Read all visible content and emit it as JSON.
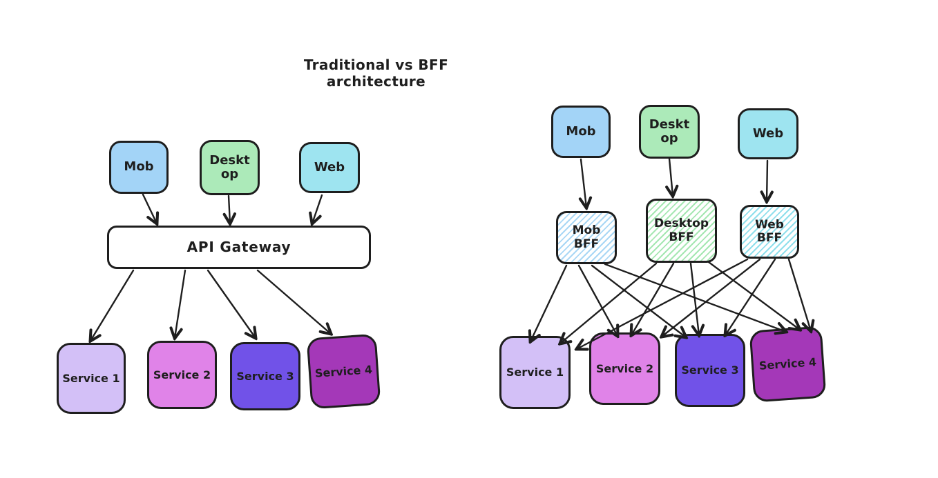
{
  "title": "Traditional vs BFF architecture",
  "palette": {
    "stroke": "#1e1e1e",
    "client_blue": "#a3d4f7",
    "client_green": "#aceab9",
    "client_cyan": "#9ee4f0",
    "service_1": "#d3c0f7",
    "service_2": "#e083e8",
    "service_3": "#7152e8",
    "service_4": "#a438b8",
    "bff_hatch_blue": "#a9d7f5",
    "bff_hatch_green": "#a5e7b2",
    "bff_hatch_cyan": "#8fdfec",
    "background": "#ffffff"
  },
  "traditional": {
    "clients": [
      {
        "id": "mob",
        "label": "Mob",
        "color": "#a3d4f7"
      },
      {
        "id": "desktop",
        "label": "Deskt\nop",
        "color": "#aceab9"
      },
      {
        "id": "web",
        "label": "Web",
        "color": "#9ee4f0"
      }
    ],
    "gateway": {
      "label": "API Gateway",
      "color": "#ffffff"
    },
    "services": [
      {
        "id": "service-1",
        "label": "Service 1",
        "color": "#d3c0f7"
      },
      {
        "id": "service-2",
        "label": "Service 2",
        "color": "#e083e8"
      },
      {
        "id": "service-3",
        "label": "Service 3",
        "color": "#7152e8"
      },
      {
        "id": "service-4",
        "label": "Service 4",
        "color": "#a438b8"
      }
    ],
    "connections": [
      "Mob → API Gateway",
      "Desktop → API Gateway",
      "Web → API Gateway",
      "API Gateway → Service 1",
      "API Gateway → Service 2",
      "API Gateway → Service 3",
      "API Gateway → Service 4"
    ]
  },
  "bff": {
    "clients": [
      {
        "id": "mob",
        "label": "Mob",
        "color": "#a3d4f7"
      },
      {
        "id": "desktop",
        "label": "Deskt\nop",
        "color": "#aceab9"
      },
      {
        "id": "web",
        "label": "Web",
        "color": "#9ee4f0"
      }
    ],
    "bffs": [
      {
        "id": "mob-bff",
        "label": "Mob\nBFF",
        "hatch_color": "#a9d7f5"
      },
      {
        "id": "desktop-bff",
        "label": "Desktop\nBFF",
        "hatch_color": "#a5e7b2"
      },
      {
        "id": "web-bff",
        "label": "Web\nBFF",
        "hatch_color": "#8fdfec"
      }
    ],
    "services": [
      {
        "id": "service-1",
        "label": "Service 1",
        "color": "#d3c0f7"
      },
      {
        "id": "service-2",
        "label": "Service 2",
        "color": "#e083e8"
      },
      {
        "id": "service-3",
        "label": "Service 3",
        "color": "#7152e8"
      },
      {
        "id": "service-4",
        "label": "Service 4",
        "color": "#a438b8"
      }
    ],
    "connections": [
      "Mob → Mob BFF",
      "Desktop → Desktop BFF",
      "Web → Web BFF",
      "Mob BFF → Service 1",
      "Mob BFF → Service 2",
      "Mob BFF → Service 3",
      "Mob BFF → Service 4",
      "Desktop BFF → Service 1",
      "Desktop BFF → Service 2",
      "Desktop BFF → Service 3",
      "Desktop BFF → Service 4",
      "Web BFF → Service 1",
      "Web BFF → Service 2",
      "Web BFF → Service 3",
      "Web BFF → Service 4"
    ]
  }
}
